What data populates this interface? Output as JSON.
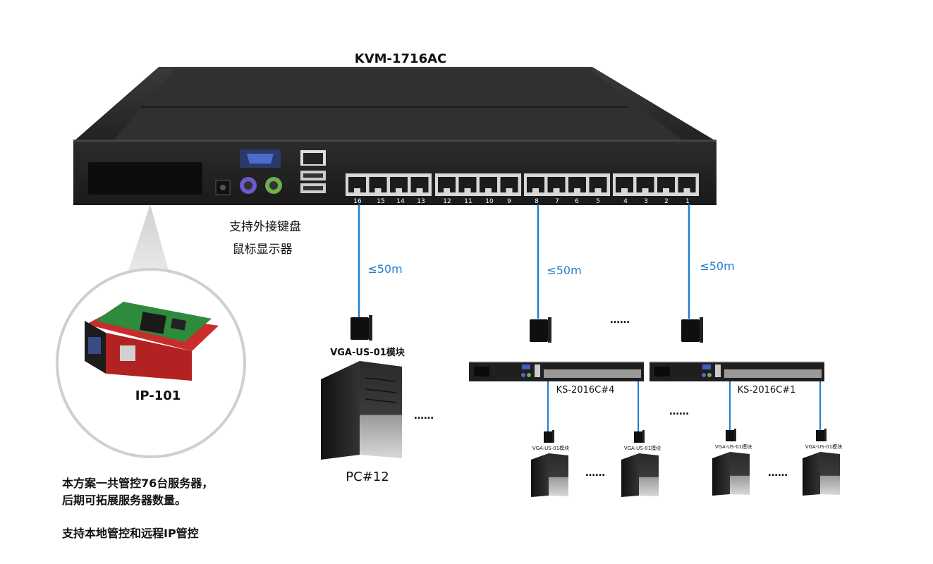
{
  "main_unit": {
    "title": "KVM-1716AC",
    "port_numbers": [
      "16",
      "15",
      "14",
      "13",
      "12",
      "11",
      "10",
      "9",
      "8",
      "7",
      "6",
      "5",
      "4",
      "3",
      "2",
      "1"
    ]
  },
  "local_console_label": [
    "支持外接键盘",
    "鼠标显示器"
  ],
  "ip_module": {
    "label": "IP-101"
  },
  "links": [
    {
      "distance": "≤50m"
    },
    {
      "distance": "≤50m"
    },
    {
      "distance": "≤50m"
    }
  ],
  "pc_branch": {
    "module_label": "VGA-US-01模块",
    "pc_label": "PC#12",
    "ellipsis": "……"
  },
  "middle_ellipsis": "……",
  "cascade_units": [
    {
      "label": "KS-2016C#4",
      "module_labels": [
        "VGA-US-01模块",
        "VGA-US-01模块"
      ],
      "ellipsis": "……"
    },
    {
      "label": "KS-2016C#1",
      "module_labels": [
        "VGA-US-01模块",
        "VGA-US-01模块"
      ],
      "ellipsis": "……"
    }
  ],
  "cascade_ellipsis": "……",
  "notes": {
    "line1": "本方案一共管控76台服务器，",
    "line2": "后期可拓展服务器数量。",
    "line3": "支持本地管控和远程IP管控"
  },
  "colors": {
    "cable": "#1f7fd0",
    "chassis": "#2b2b2b",
    "pcb": "#2e8a3c"
  }
}
